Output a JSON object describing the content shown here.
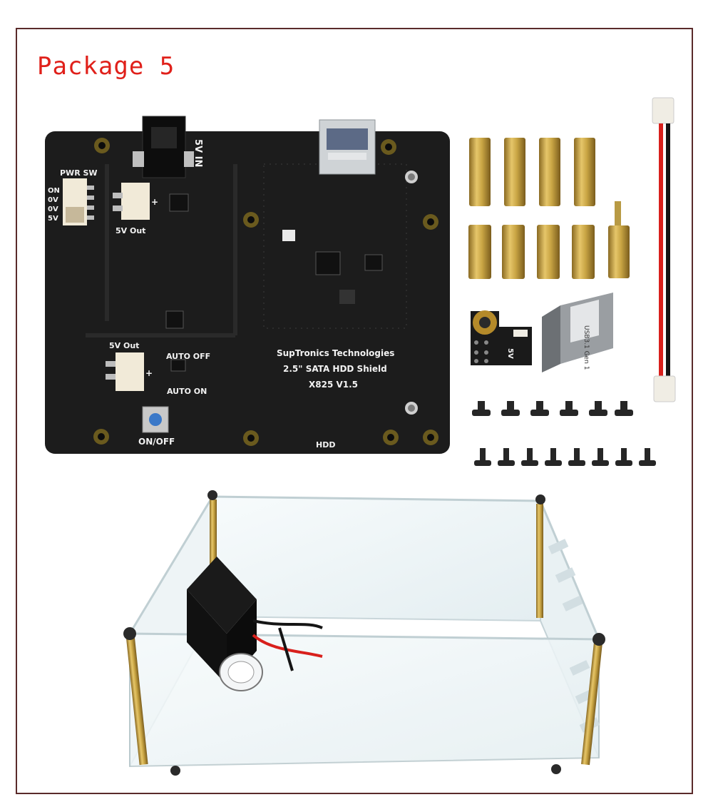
{
  "title": "Package 5",
  "board": {
    "pwr_sw": "PWR SW",
    "pin_on": "ON",
    "pin_0v_a": "0V",
    "pin_0v_b": "0V",
    "pin_5v": "5V",
    "out_top": "5V Out",
    "out_bottom": "5V Out",
    "in_label": "5V IN",
    "brand": "SupTronics Technologies",
    "model_desc": "2.5\" SATA HDD Shield",
    "model": "X825 V1.5",
    "auto_off": "AUTO OFF",
    "auto_on": "AUTO ON",
    "onoff": "ON/OFF",
    "hdd": "HDD",
    "plus": "+"
  },
  "accessories": {
    "mini_board_label": "5V",
    "usb_bridge_label": "USB3.1 Gen 1"
  },
  "colors": {
    "title": "#e0201a",
    "pcb": "#1c1c1c",
    "brass": "#c9a544",
    "button_cap": "#3a78c8"
  }
}
